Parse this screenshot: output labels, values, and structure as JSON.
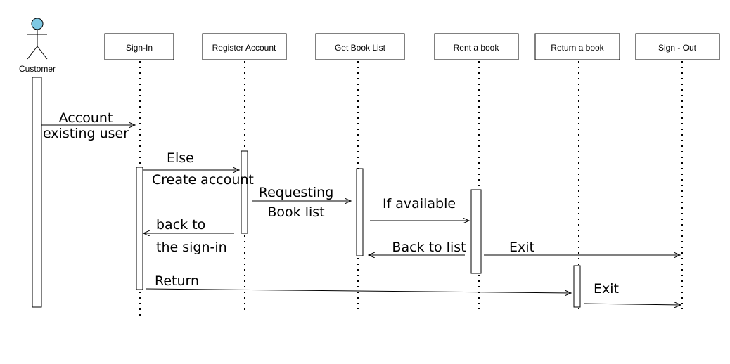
{
  "actor": {
    "label": "Customer",
    "head_color": "#7ec8e3"
  },
  "lifelines": [
    {
      "label": "Sign-In"
    },
    {
      "label": "Register Account"
    },
    {
      "label": "Get Book List"
    },
    {
      "label": "Rent a book"
    },
    {
      "label": "Return a book"
    },
    {
      "label": "Sign - Out"
    }
  ],
  "messages": [
    {
      "from": "Customer",
      "to": "Sign-In",
      "label_lines": [
        "Account",
        "existing user"
      ]
    },
    {
      "from": "Sign-In",
      "to": "Register Account",
      "label_lines": [
        "Else"
      ]
    },
    {
      "from": "Sign-In",
      "to": "Register Account",
      "label_lines": [
        "Create account"
      ]
    },
    {
      "from": "Register Account",
      "to": "Get Book List",
      "label_lines": [
        "Requesting",
        "Book list"
      ]
    },
    {
      "from": "Get Book List",
      "to": "Rent a book",
      "label_lines": [
        "If available"
      ]
    },
    {
      "from": "Register Account",
      "to": "Sign-In",
      "label_lines": [
        "back to",
        "the sign-in"
      ]
    },
    {
      "from": "Rent a book",
      "to": "Get Book List",
      "label_lines": [
        "Back to list"
      ]
    },
    {
      "from": "Rent a book",
      "to": "Sign - Out",
      "label_lines": [
        "Exit"
      ]
    },
    {
      "from": "Sign-In",
      "to": "Return a book",
      "label_lines": [
        "Return"
      ]
    },
    {
      "from": "Return a book",
      "to": "Sign - Out",
      "label_lines": [
        "Exit"
      ]
    }
  ]
}
